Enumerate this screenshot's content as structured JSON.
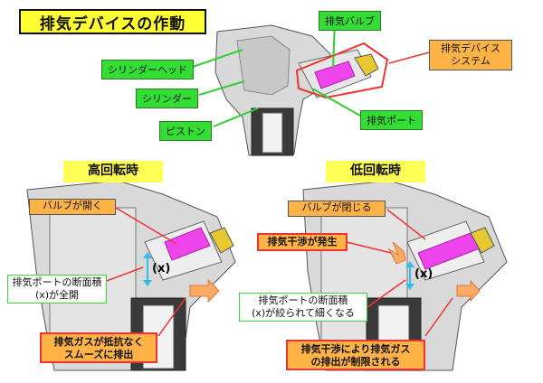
{
  "title": "排気デバイスの作動",
  "top": {
    "label_valve": "排気バルブ",
    "label_head": "シリンダーヘッド",
    "label_cylinder": "シリンダー",
    "label_piston": "ピストン",
    "label_port": "排気ポート",
    "label_system_line1": "排気デバイス",
    "label_system_line2": "システム"
  },
  "left_panel": {
    "heading": "高回転時",
    "valve_state": "バルブが開く",
    "x_label": "(x)",
    "port_note_line1": "排気ポートの断面積",
    "port_note_line2": "(x)が全開",
    "result_line1": "排気ガスが抵抗なく",
    "result_line2": "スムーズに排出"
  },
  "right_panel": {
    "heading": "低回転時",
    "valve_state": "バルブが閉じる",
    "interference": "排気干渉が発生",
    "x_label": "(x)",
    "port_note_line1": "排気ポートの断面積",
    "port_note_line2": "(x)が絞られて細くなる",
    "result_line1": "排気干渉により排気ガス",
    "result_line2": "の排出が制限される"
  },
  "colors": {
    "title_bg": "#ffff33",
    "label_green": "#33dd33",
    "label_orange": "#ffb347",
    "valve_magenta": "#ee44ee",
    "arrow_red": "#ee3333",
    "port_cyan": "#33bbee"
  }
}
